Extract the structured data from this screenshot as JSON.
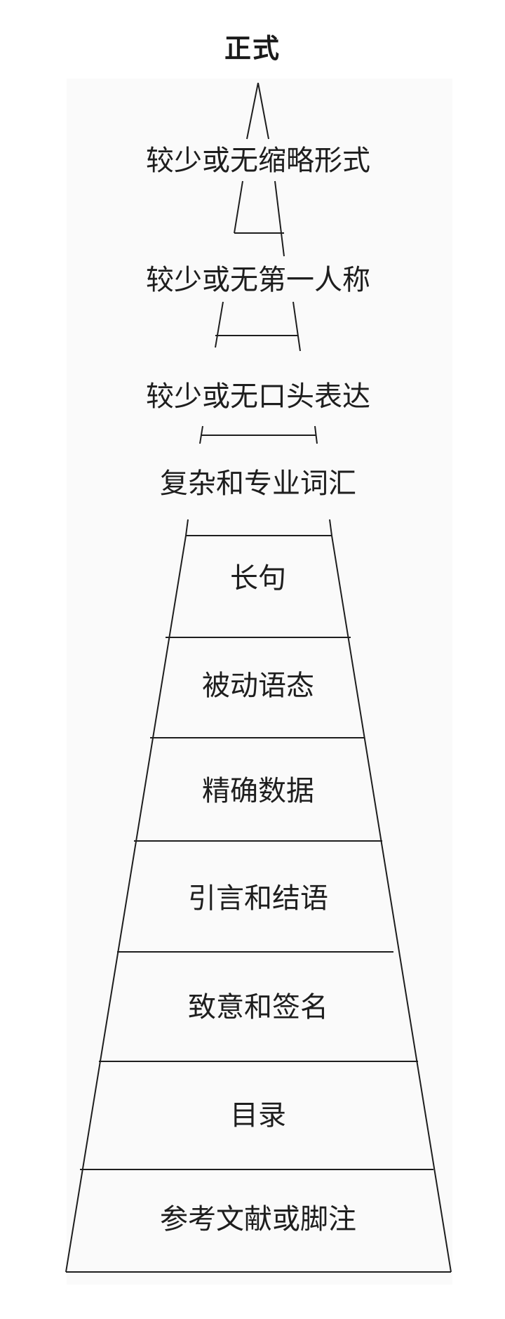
{
  "title": "正式",
  "levels": [
    "较少或无缩略形式",
    "较少或无第一人称",
    "较少或无口头表达",
    "复杂和专业词汇",
    "长句",
    "被动语态",
    "精确数据",
    "引言和结语",
    "致意和签名",
    "目录",
    "参考文献或脚注"
  ],
  "colors": {
    "line": "#1e1e1e",
    "text": "#1e1e1e",
    "panel": "#fafafa"
  }
}
